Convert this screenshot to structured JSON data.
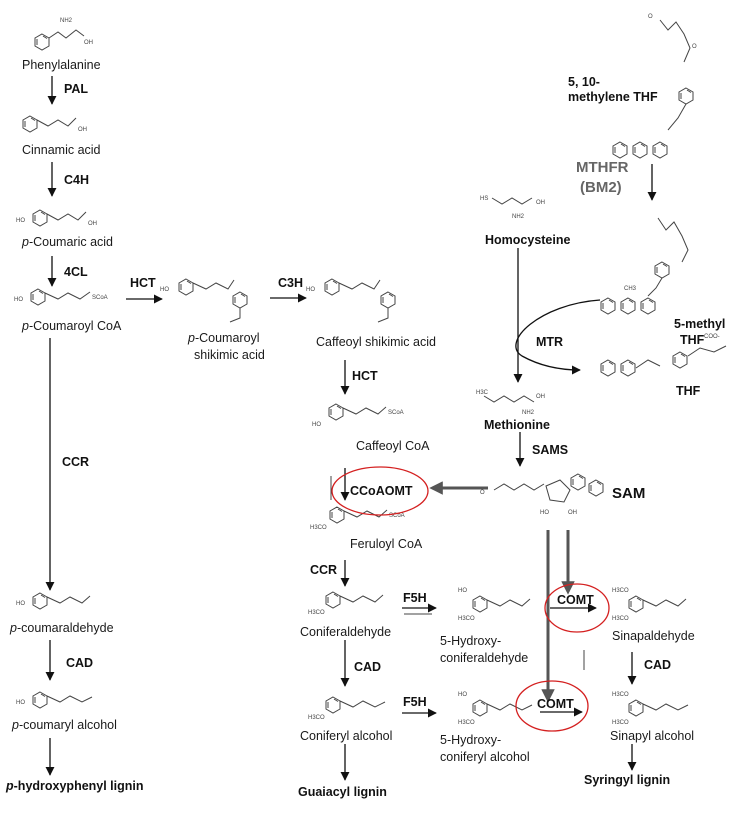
{
  "compounds": {
    "phenylalanine": "Phenylalanine",
    "cinnamic_acid": "Cinnamic acid",
    "p_coumaric_acid": "-Coumaric acid",
    "p_coumaroyl_coa": "-Coumaroyl CoA",
    "p_coumaroyl_shikimic_1": "-Coumaroyl",
    "p_coumaroyl_shikimic_2": "shikimic acid",
    "caffeoyl_shikimic": "Caffeoyl shikimic acid",
    "caffeoyl_coa": "Caffeoyl CoA",
    "feruloyl_coa": "Feruloyl CoA",
    "p_coumaraldehyde": "-coumaraldehyde",
    "p_coumaryl_alcohol": "-coumaryl alcohol",
    "coniferaldehyde": "Coniferaldehyde",
    "hydroxy_coniferaldehyde_1": "5-Hydroxy-",
    "hydroxy_coniferaldehyde_2": "coniferaldehyde",
    "sinapaldehyde": "Sinapaldehyde",
    "coniferyl_alcohol": "Coniferyl alcohol",
    "hydroxy_coniferyl_alcohol_1": "5-Hydroxy-",
    "hydroxy_coniferyl_alcohol_2": "coniferyl alcohol",
    "sinapyl_alcohol": "Sinapyl alcohol",
    "methylene_thf_1": "5, 10-",
    "methylene_thf_2": "methylene THF",
    "homocysteine": "Homocysteine",
    "methyl_thf_1": "5-methyl",
    "methyl_thf_2": "THF",
    "thf": "THF",
    "methionine": "Methionine",
    "sam": "SAM",
    "p_prefix": "p"
  },
  "enzymes": {
    "pal": "PAL",
    "c4h": "C4H",
    "fourcl": "4CL",
    "hct_1": "HCT",
    "c3h": "C3H",
    "hct_2": "HCT",
    "ccr_1": "CCR",
    "ccoaomt": "CCoAOMT",
    "ccr_2": "CCR",
    "f5h_1": "F5H",
    "comt_1": "COMT",
    "cad_1": "CAD",
    "cad_2": "CAD",
    "f5h_2": "F5H",
    "comt_2": "COMT",
    "cad_3": "CAD",
    "mthfr_1": "MTHFR",
    "mthfr_2": "(BM2)",
    "mtr": "MTR",
    "sams": "SAMS"
  },
  "lignins": {
    "p_hydroxyphenyl": "-hydroxyphenyl lignin",
    "guaiacyl": "Guaiacyl lignin",
    "syringyl": "Syringyl lignin"
  },
  "colors": {
    "highlight_ellipse": "#d42020",
    "text": "#111111",
    "mthfr_text": "#666666"
  }
}
